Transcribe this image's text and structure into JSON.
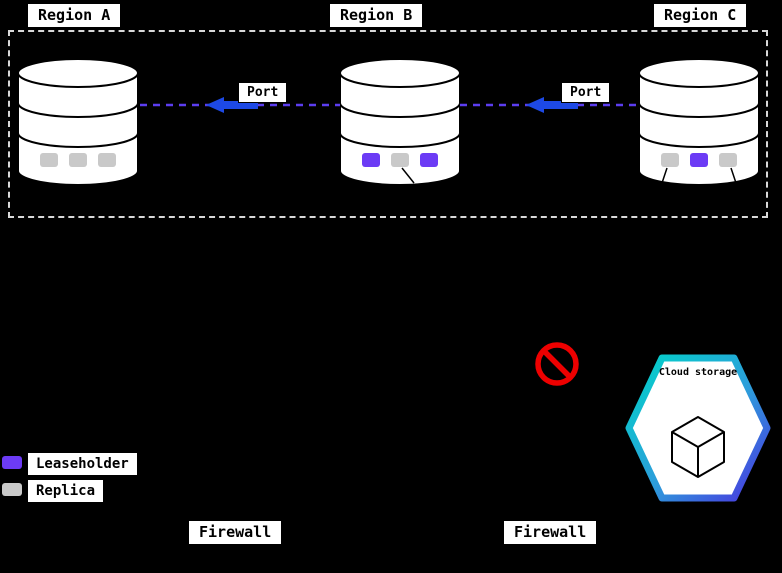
{
  "colors": {
    "background": "#000000",
    "leaseholder": "#6c3bf5",
    "replica": "#c9c9c9",
    "zone-border": "#d8d8d8",
    "link": "#5c3df0",
    "arrow": "#1d49e5",
    "prohibit": "#ee0000",
    "hexg1": "#00d4c8",
    "hexg2": "#2d9cdb",
    "hexg3": "#4b2fe0"
  },
  "regions": [
    {
      "label": "Region A",
      "pills": [
        "replica",
        "replica",
        "replica"
      ]
    },
    {
      "label": "Region B",
      "pills": [
        "leaseholder",
        "replica",
        "leaseholder"
      ]
    },
    {
      "label": "Region C",
      "pills": [
        "replica",
        "leaseholder",
        "replica"
      ]
    }
  ],
  "links": [
    "Port",
    "Port"
  ],
  "legend": [
    {
      "role": "leaseholder",
      "label": "Leaseholder"
    },
    {
      "role": "replica",
      "label": "Replica"
    }
  ],
  "cloud_storage": {
    "label": "Cloud storage"
  },
  "firewalls": [
    "Firewall",
    "Firewall"
  ]
}
